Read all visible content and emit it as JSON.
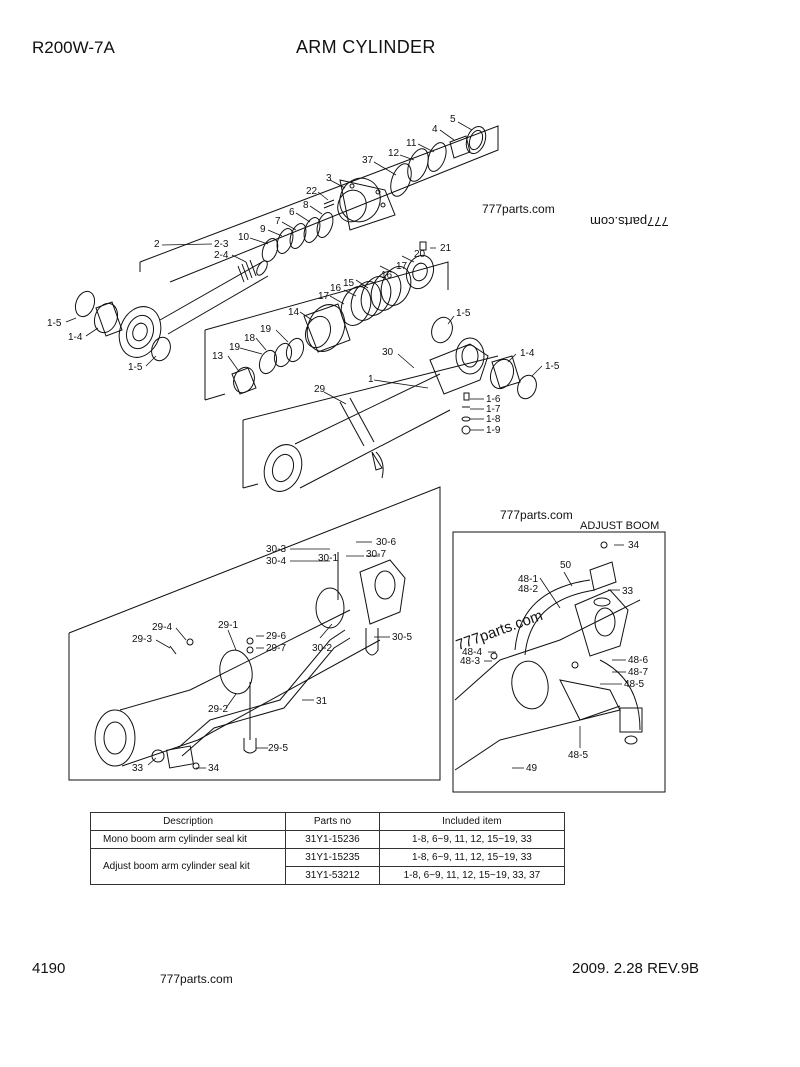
{
  "header": {
    "model": "R200W-7A",
    "title": "ARM CYLINDER"
  },
  "footer": {
    "page": "4190",
    "date": "2009. 2.28  REV.9B"
  },
  "watermarks": [
    "777parts.com",
    "777parts.com",
    "777parts.com",
    "777parts.com",
    "777parts.com"
  ],
  "sections": {
    "adjust_boom": "ADJUST BOOM"
  },
  "labels": {
    "p5": "5",
    "p4": "4",
    "p11": "11",
    "p12": "12",
    "p37": "37",
    "p3": "3",
    "p22": "22",
    "p8": "8",
    "p6": "6",
    "p7": "7",
    "p9": "9",
    "p10": "10",
    "p2": "2",
    "p2_3": "2-3",
    "p2_4": "2-4",
    "p1_5a": "1-5",
    "p1_4a": "1-4",
    "p1_5b": "1-5",
    "p20": "20",
    "p21": "21",
    "p17a": "17",
    "p16a": "16",
    "p15": "15",
    "p16b": "16",
    "p17b": "17",
    "p14": "14",
    "p19a": "19",
    "p18": "18",
    "p19b": "19",
    "p13": "13",
    "p1_5c": "1-5",
    "p30": "30",
    "p1": "1",
    "p1_4b": "1-4",
    "p1_5d": "1-5",
    "p29": "29",
    "p1_6": "1-6",
    "p1_7": "1-7",
    "p1_8": "1-8",
    "p1_9": "1-9",
    "d30_6": "30-6",
    "d30_3": "30-3",
    "d30_1": "30-1",
    "d30_7": "30-7",
    "d30_4": "30-4",
    "d29_4": "29-4",
    "d29_1": "29-1",
    "d29_3": "29-3",
    "d29_6": "29-6",
    "d29_7": "29-7",
    "d30_2": "30-2",
    "d30_5": "30-5",
    "d29_2": "29-2",
    "d31": "31",
    "d29_5": "29-5",
    "d33": "33",
    "d34": "34",
    "a34": "34",
    "a50": "50",
    "a48_1": "48-1",
    "a48_2": "48-2",
    "a33": "33",
    "a48_4": "48-4",
    "a48_3": "48-3",
    "a48_6": "48-6",
    "a48_7": "48-7",
    "a48_5a": "48-5",
    "a48_5b": "48-5",
    "a49": "49"
  },
  "table": {
    "headers": [
      "Description",
      "Parts no",
      "Included item"
    ],
    "rows": [
      {
        "desc": "Mono boom arm cylinder seal kit",
        "part": "31Y1-15236",
        "items": "1-8, 6~9, 11, 12, 15~19, 33"
      },
      {
        "desc": "Adjust boom arm cylinder seal kit",
        "part": "31Y1-15235",
        "items": "1-8, 6~9, 11, 12, 15~19, 33"
      },
      {
        "desc": "",
        "part": "31Y1-53212",
        "items": "1-8, 6~9, 11, 12, 15~19, 33, 37"
      }
    ]
  }
}
